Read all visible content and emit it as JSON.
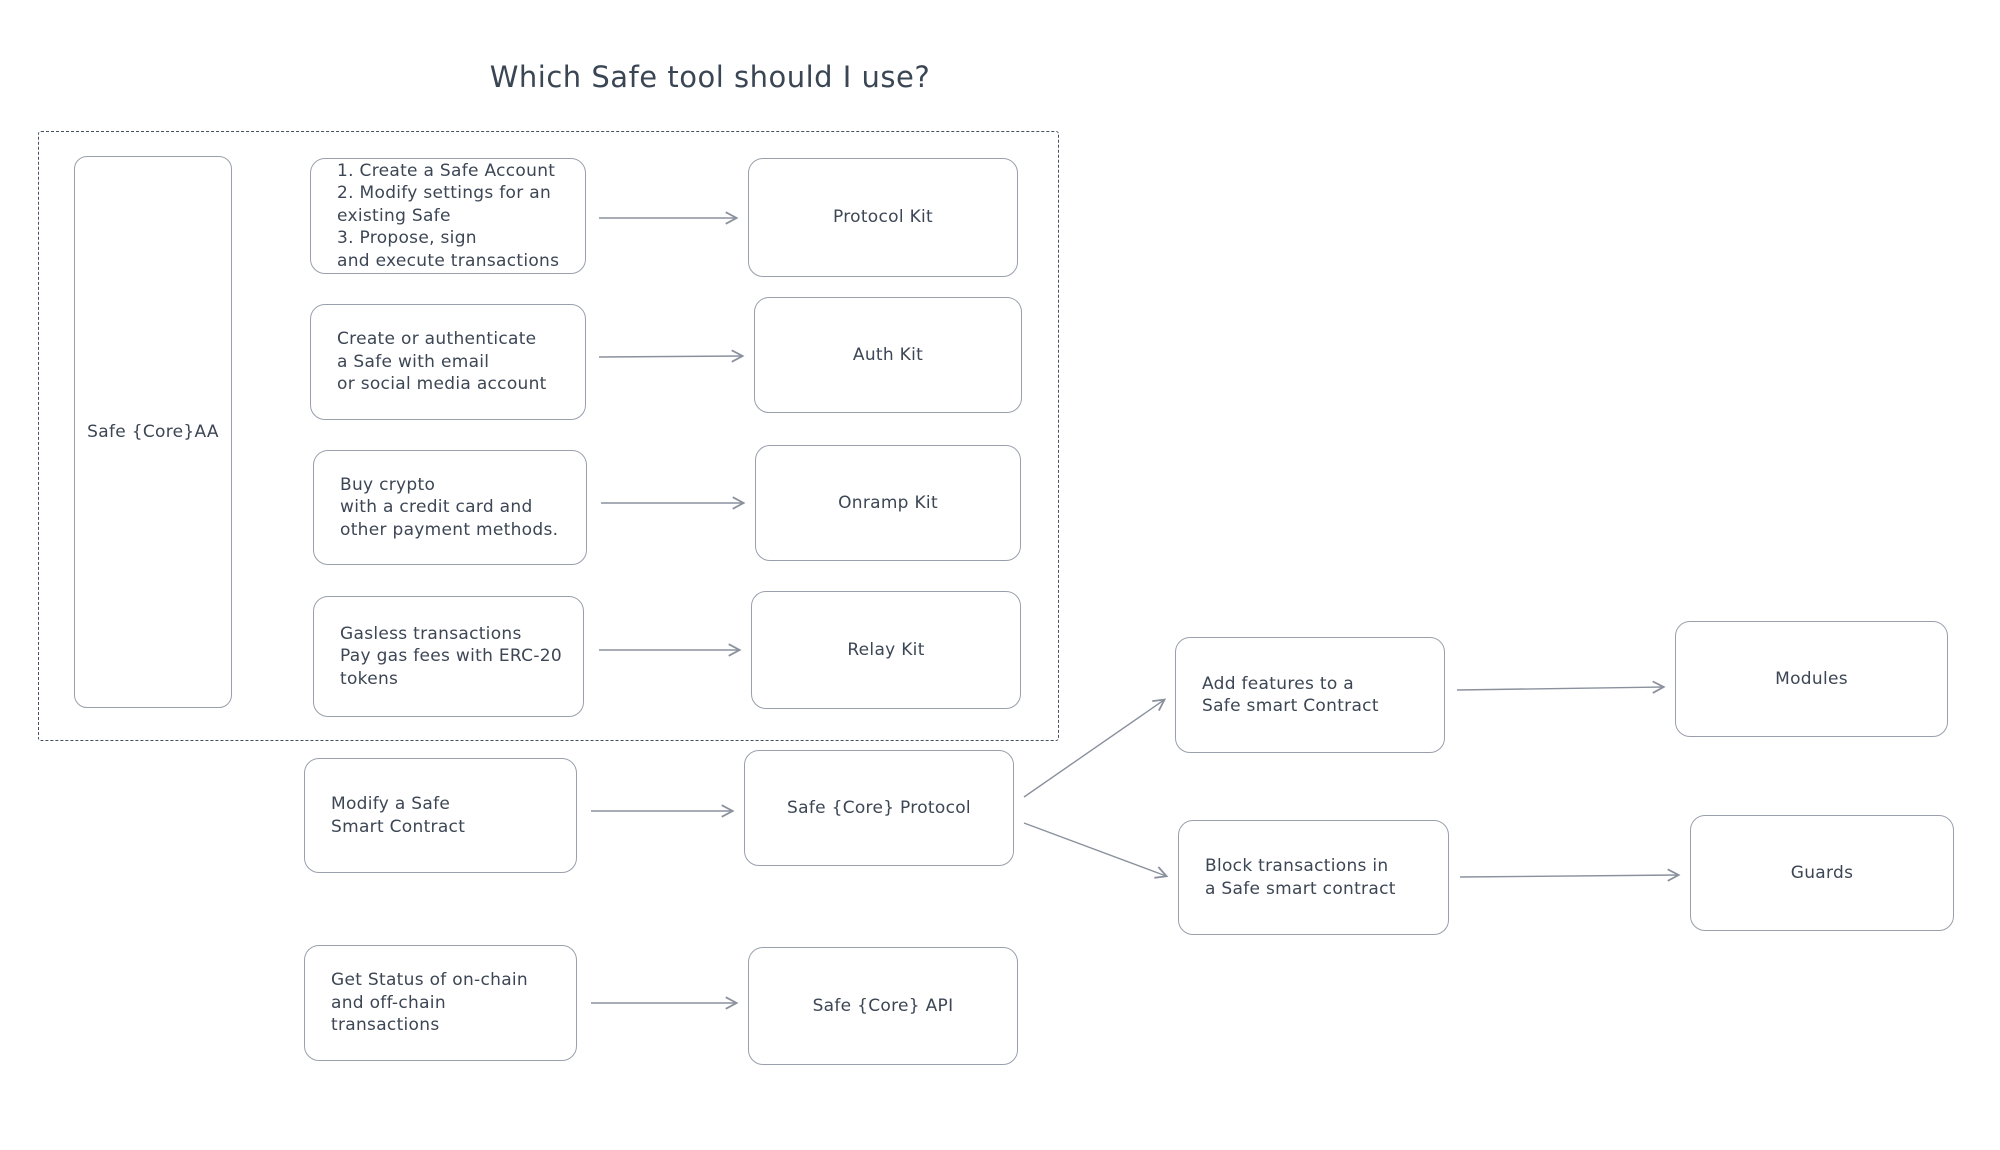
{
  "title": "Which Safe tool should I use?",
  "colors": {
    "text": "#3c4654",
    "box_border": "#99a0ab",
    "dashed_border": "#47505e",
    "arrow": "#8a919d",
    "background": "#ffffff"
  },
  "core_group": {
    "label": "Safe {Core}AA",
    "rows": [
      {
        "description": "1. Create a Safe Account\n2. Modify settings for an\nexisting Safe\n3. Propose, sign\nand execute transactions",
        "target": "Protocol Kit"
      },
      {
        "description": "Create or authenticate\na Safe with email\nor social media account",
        "target": "Auth Kit"
      },
      {
        "description": "Buy crypto\nwith a credit card and\nother payment methods.",
        "target": "Onramp Kit"
      },
      {
        "description": "Gasless transactions\nPay gas fees with ERC-20\ntokens",
        "target": "Relay Kit"
      }
    ]
  },
  "protocol_flow": {
    "source": "Modify a Safe\nSmart Contract",
    "hub": "Safe {Core} Protocol",
    "branches": [
      {
        "description": "Add features to a\nSafe smart Contract",
        "target": "Modules"
      },
      {
        "description": "Block transactions in\na Safe smart contract",
        "target": "Guards"
      }
    ]
  },
  "api_flow": {
    "source": "Get Status of on-chain\nand off-chain transactions",
    "target": "Safe {Core} API"
  },
  "connections": [
    {
      "from": "create-safe-account-box",
      "to": "protocol-kit-box"
    },
    {
      "from": "create-authenticate-box",
      "to": "auth-kit-box"
    },
    {
      "from": "buy-crypto-box",
      "to": "onramp-kit-box"
    },
    {
      "from": "gasless-transactions-box",
      "to": "relay-kit-box"
    },
    {
      "from": "modify-safe-box",
      "to": "safe-core-protocol-box"
    },
    {
      "from": "safe-core-protocol-box",
      "to": "add-features-box"
    },
    {
      "from": "safe-core-protocol-box",
      "to": "block-transactions-box"
    },
    {
      "from": "add-features-box",
      "to": "modules-box"
    },
    {
      "from": "block-transactions-box",
      "to": "guards-box"
    },
    {
      "from": "get-status-box",
      "to": "safe-core-api-box"
    }
  ]
}
